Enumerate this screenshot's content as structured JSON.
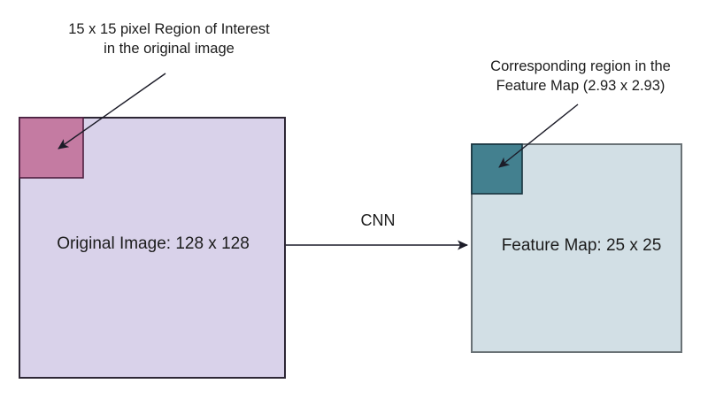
{
  "title": "ROI projection from original image to CNN feature map",
  "labels": {
    "roi_annotation_line1": "15 x 15 pixel Region of Interest",
    "roi_annotation_line2": "in the original image",
    "feature_annotation_line1": "Corresponding region in the",
    "feature_annotation_line2": "Feature Map (2.93 x 2.93)",
    "original_image": "Original Image: 128 x 128",
    "feature_map": "Feature Map: 25 x 25",
    "cnn": "CNN"
  },
  "colors": {
    "background": "#ffffff",
    "original_image_fill": "#d9d2ea",
    "original_image_border": "#2d2735",
    "roi_fill": "#c47ba2",
    "roi_border": "#4e2040",
    "feature_map_fill": "#d2dfe5",
    "feature_map_border": "#6a7276",
    "feature_region_fill": "#43808f",
    "feature_region_border": "#16323d",
    "arrow": "#1c1c28",
    "text": "#1c1c1c"
  }
}
